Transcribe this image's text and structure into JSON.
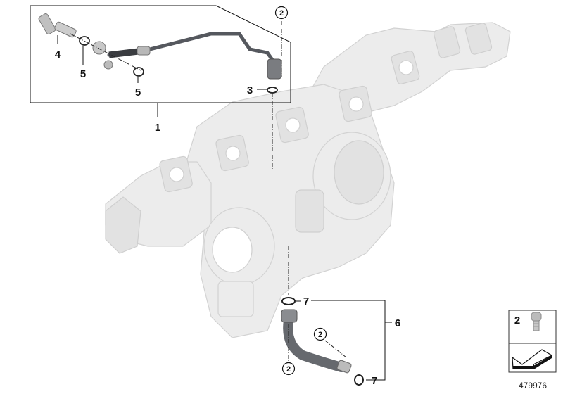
{
  "diagram": {
    "callouts": {
      "item1": "1",
      "item2_top": "2",
      "item2_mid": "2",
      "item2_bottom": "2",
      "item3": "3",
      "item4": "4",
      "item5_a": "5",
      "item5_b": "5",
      "item6": "6",
      "item7_top": "7",
      "item7_bottom": "7"
    },
    "legend": {
      "item_number": "2",
      "part_icon": "socket-head-screw-icon",
      "direction_icon": "arrow-icon"
    },
    "reference_number": "479976",
    "colors": {
      "line": "#111111",
      "ghost_part": "#ececec",
      "pipe": "#55585e"
    }
  }
}
